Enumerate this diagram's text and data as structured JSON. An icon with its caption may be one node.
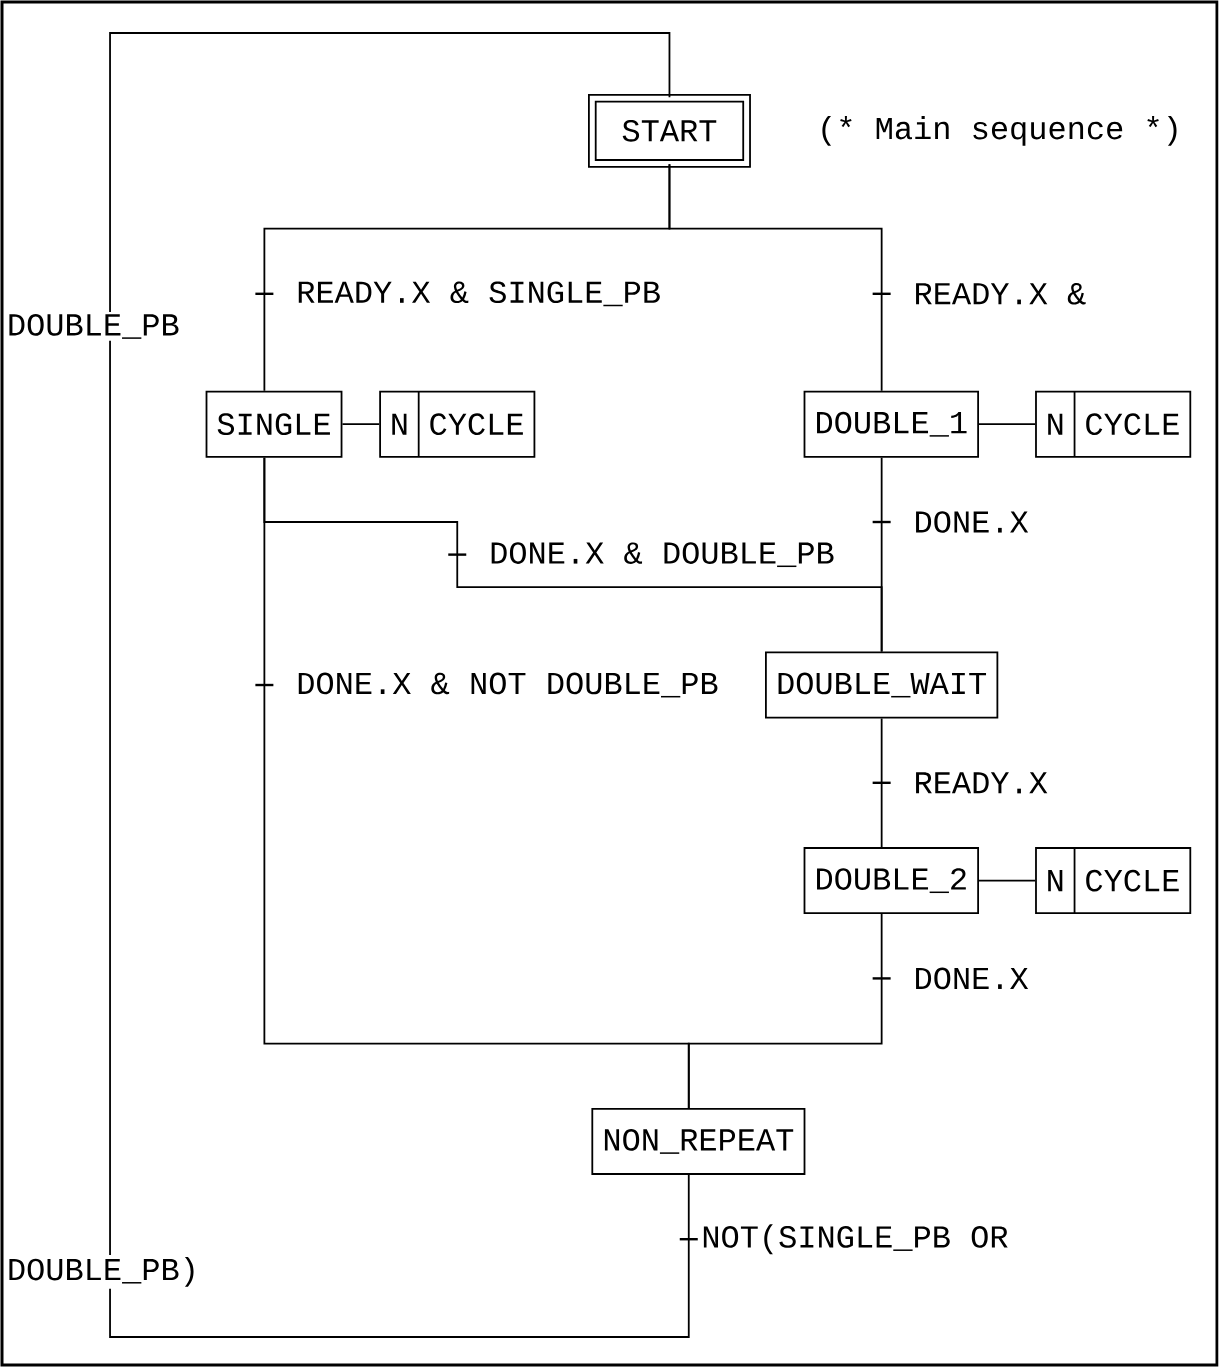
{
  "diagram": {
    "nodes": [
      {
        "text": [
          "START"
        ]
      },
      {
        "text": [
          "SINGLE"
        ]
      },
      {
        "text": [
          "N",
          "CYCLE"
        ]
      },
      {
        "text": [
          "DOUBLE_1"
        ]
      },
      {
        "text": [
          "N",
          "CYCLE"
        ]
      },
      {
        "text": [
          "DOUBLE_WAIT"
        ]
      },
      {
        "text": [
          "DOUBLE_2"
        ]
      },
      {
        "text": [
          "N",
          "CYCLE"
        ]
      },
      {
        "text": [
          "NON_REPEAT"
        ]
      }
    ],
    "edges": [
      {
        "from": 0,
        "to": 1,
        "arrow": "none",
        "label": "READY.X & SINGLE_PB"
      },
      {
        "from": 0,
        "to": 3,
        "arrow": "none",
        "label": "READY.X &"
      },
      {
        "from": 1,
        "to": 2,
        "arrow": "none"
      },
      {
        "from": 3,
        "to": 4,
        "arrow": "none"
      },
      {
        "from": 1,
        "to": 5,
        "arrow": "none",
        "label": "DONE.X & DOUBLE_PB"
      },
      {
        "from": 3,
        "to": 5,
        "arrow": "none",
        "label": "DONE.X"
      },
      {
        "from": 1,
        "to": 8,
        "arrow": "none",
        "label": "DONE.X & NOT DOUBLE_PB"
      },
      {
        "from": 5,
        "to": 6,
        "arrow": "none",
        "label": "READY.X"
      },
      {
        "from": 6,
        "to": 7,
        "arrow": "none"
      },
      {
        "from": 6,
        "to": 8,
        "arrow": "none",
        "label": "DONE.X"
      },
      {
        "from": 8,
        "to": 0,
        "arrow": "none",
        "label": "NOT(SINGLE_PB OR"
      }
    ],
    "labels": [
      "(* Main sequence *)",
      "DOUBLE_PB",
      "DOUBLE_PB)"
    ]
  }
}
